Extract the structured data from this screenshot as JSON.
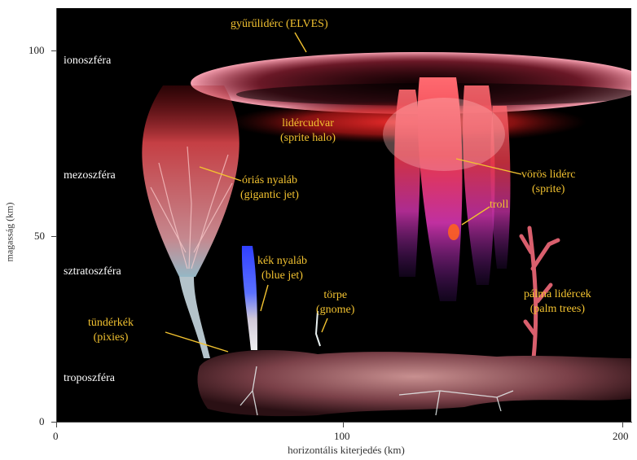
{
  "axes": {
    "y_label": "magasság (km)",
    "x_label": "horizontális kiterjedés (km)",
    "y_ticks": [
      "0",
      "50",
      "100"
    ],
    "x_ticks": [
      "0",
      "100",
      "200"
    ]
  },
  "layers": {
    "ionosphere": "ionoszféra",
    "mesosphere": "mezoszféra",
    "stratosphere": "sztratoszféra",
    "troposphere": "troposzféra"
  },
  "phenomena": {
    "elves": "gyűrűlidérc (ELVES)",
    "sprite_halo": [
      "lidércudvar",
      "(sprite halo)"
    ],
    "gigantic_jet": [
      "óriás nyaláb",
      "(gigantic jet)"
    ],
    "red_sprite": [
      "vörös lidérc",
      "(sprite)"
    ],
    "troll": "troll",
    "blue_jet": [
      "kék nyaláb",
      "(blue jet)"
    ],
    "gnome": [
      "törpe",
      "(gnome)"
    ],
    "pixies": [
      "tündérkék",
      "(pixies)"
    ],
    "palm_trees": [
      "pálma lidércek",
      "(palm trees)"
    ]
  },
  "colors": {
    "label_gold": "#f2c230",
    "sky": "#000000",
    "elves_pink": "#e0607a",
    "blue_jet": "#2a3cff"
  }
}
